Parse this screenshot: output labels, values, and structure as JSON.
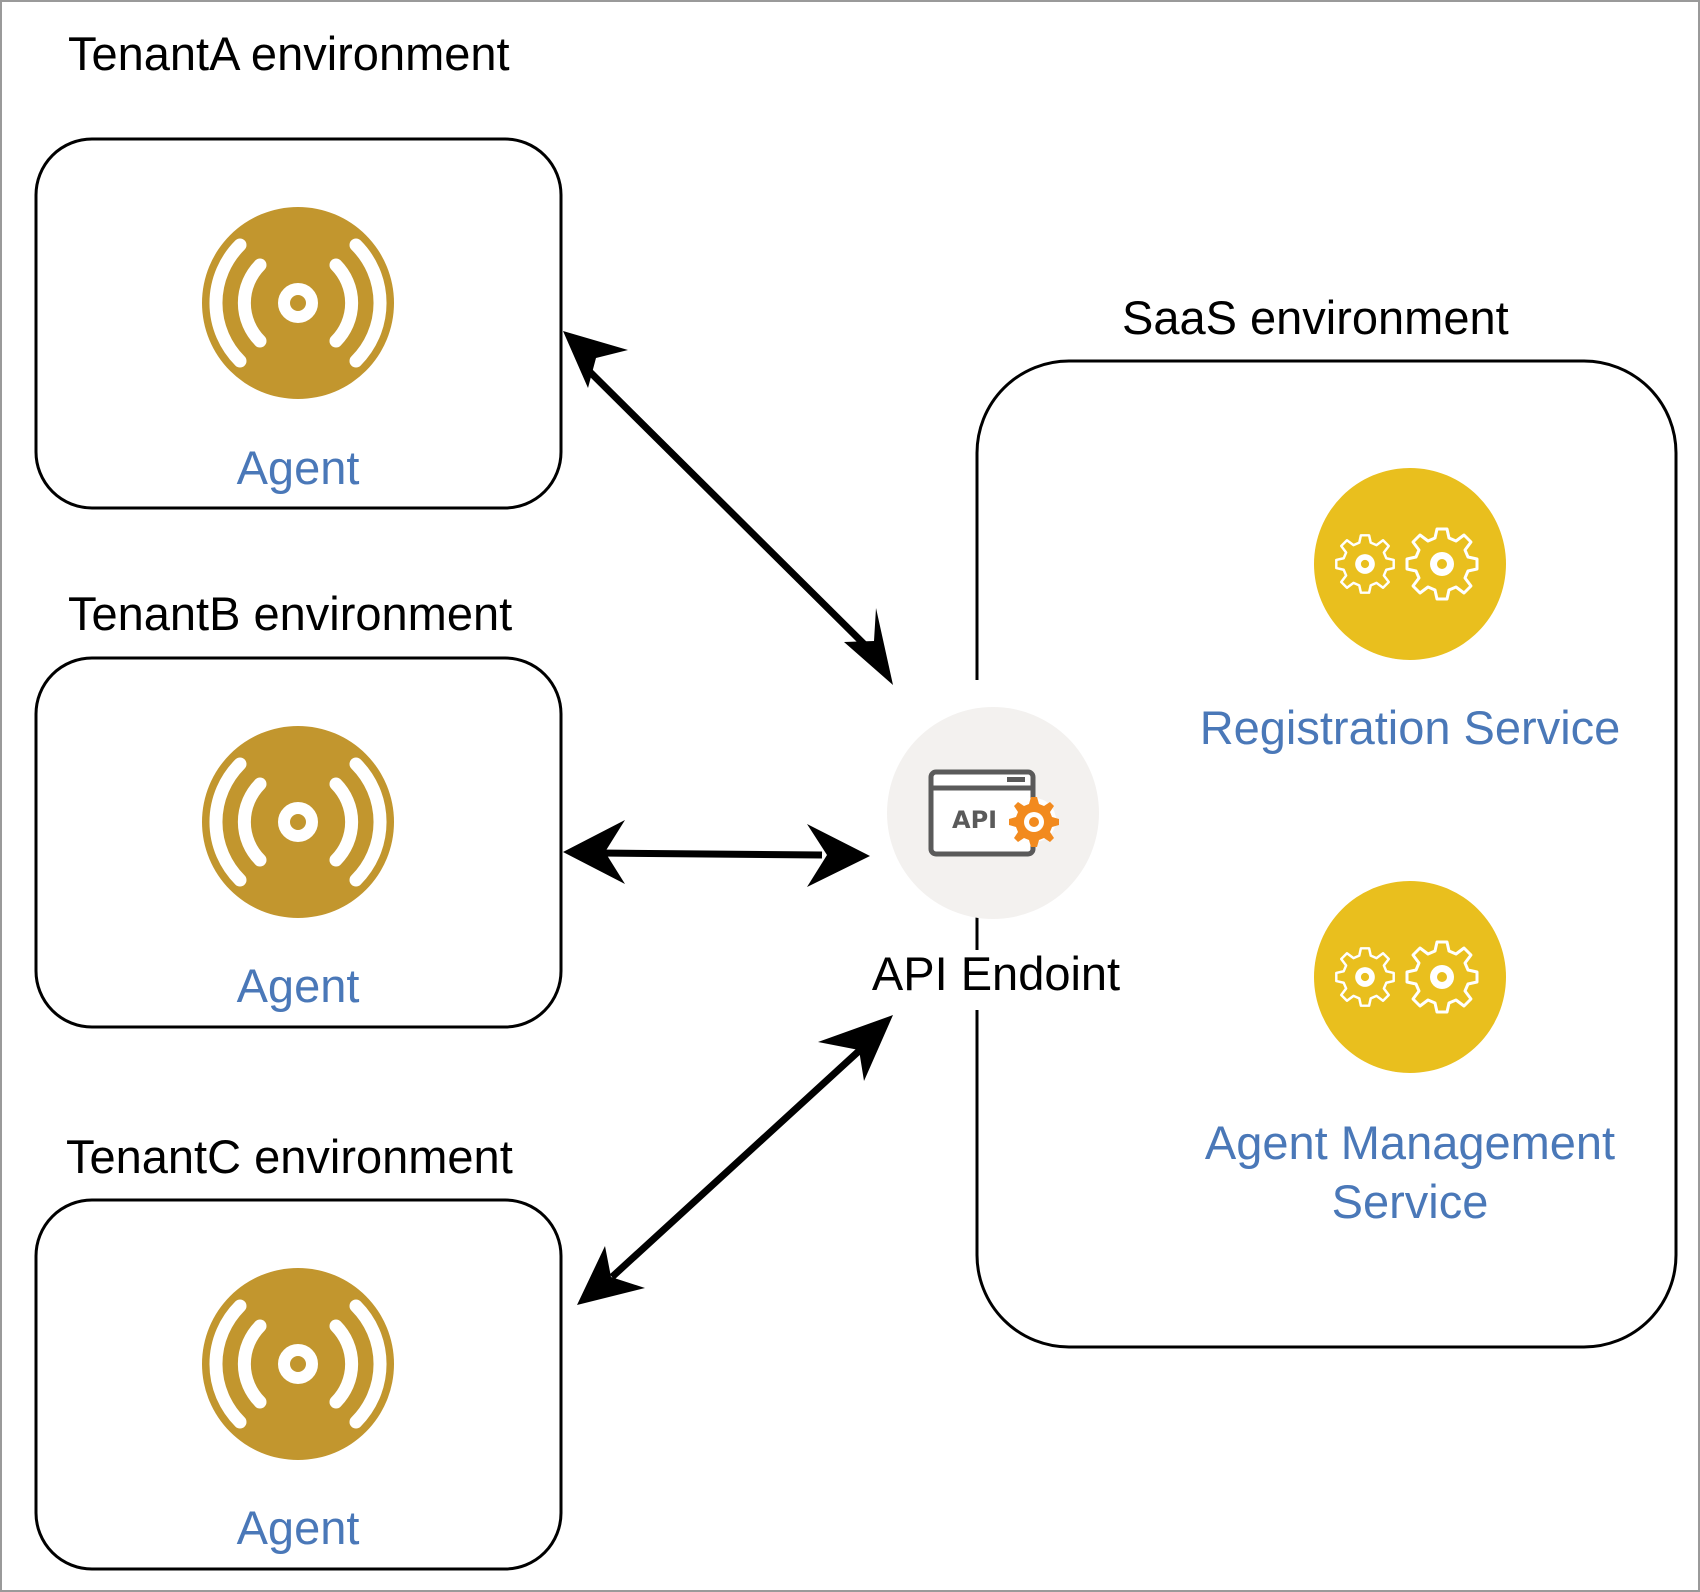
{
  "colors": {
    "agent_icon": "#C2962E",
    "service_icon": "#E9BF1E",
    "service_text": "#4A78B8",
    "api_bg": "#F3F1EF",
    "api_frame": "#5A5A5A",
    "api_gear": "#F28A1E",
    "line": "#000000"
  },
  "tenants": [
    {
      "env_label": "TenantA environment",
      "agent_label": "Agent",
      "icon": "wireless-broadcast-icon"
    },
    {
      "env_label": "TenantB environment",
      "agent_label": "Agent",
      "icon": "wireless-broadcast-icon"
    },
    {
      "env_label": "TenantC environment",
      "agent_label": "Agent",
      "icon": "wireless-broadcast-icon"
    }
  ],
  "saas": {
    "env_label": "SaaS environment",
    "services": [
      {
        "lines": [
          "Registration Service"
        ],
        "icon": "gears-icon"
      },
      {
        "lines": [
          "Agent Management",
          "Service"
        ],
        "icon": "gears-icon"
      }
    ]
  },
  "api_endpoint": {
    "label": "API Endoint",
    "icon_text": "API",
    "icon": "api-gear-icon"
  },
  "connections": [
    {
      "from": "TenantA environment",
      "to": "API Endoint",
      "direction": "bidirectional"
    },
    {
      "from": "TenantB environment",
      "to": "API Endoint",
      "direction": "bidirectional"
    },
    {
      "from": "TenantC environment",
      "to": "API Endoint",
      "direction": "bidirectional"
    }
  ]
}
